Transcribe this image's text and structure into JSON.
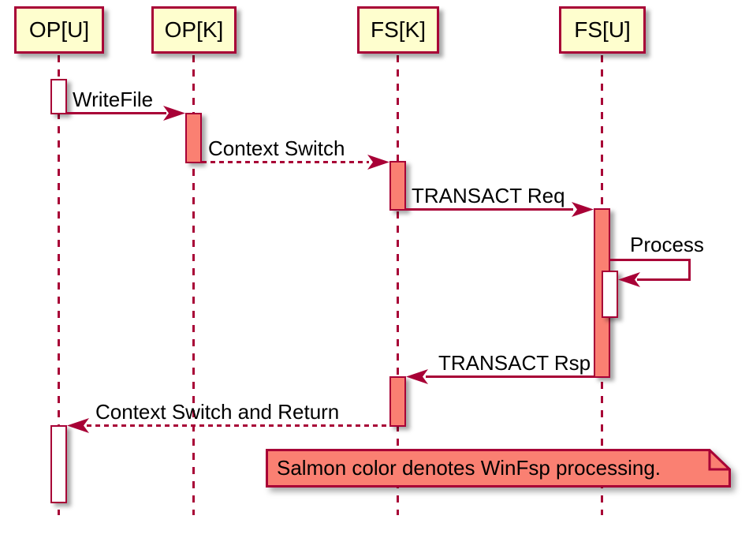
{
  "diagram": {
    "kind": "uml-sequence-diagram",
    "participants": [
      {
        "id": "op-u",
        "label": "OP[U]"
      },
      {
        "id": "op-k",
        "label": "OP[K]"
      },
      {
        "id": "fs-k",
        "label": "FS[K]"
      },
      {
        "id": "fs-u",
        "label": "FS[U]"
      }
    ],
    "messages": [
      {
        "label": "WriteFile",
        "from": "OP[U]",
        "to": "OP[K]",
        "line": "solid",
        "direction": "right"
      },
      {
        "label": "Context Switch",
        "from": "OP[K]",
        "to": "FS[K]",
        "line": "dashed",
        "direction": "right"
      },
      {
        "label": "TRANSACT Req",
        "from": "FS[K]",
        "to": "FS[U]",
        "line": "solid",
        "direction": "right"
      },
      {
        "label": "Process",
        "from": "FS[U]",
        "to": "FS[U]",
        "line": "solid",
        "direction": "self"
      },
      {
        "label": "TRANSACT Rsp",
        "from": "FS[U]",
        "to": "FS[K]",
        "line": "solid",
        "direction": "left"
      },
      {
        "label": "Context Switch and Return",
        "from": "FS[K]",
        "to": "OP[U]",
        "line": "dashed",
        "direction": "left"
      }
    ],
    "activations": [
      {
        "owner": "OP[U]",
        "fill": "white"
      },
      {
        "owner": "OP[K]",
        "fill": "salmon"
      },
      {
        "owner": "FS[K]",
        "fill": "salmon"
      },
      {
        "owner": "FS[U]",
        "fill": "salmon"
      },
      {
        "owner": "FS[U]",
        "fill": "white"
      },
      {
        "owner": "FS[K]",
        "fill": "salmon"
      },
      {
        "owner": "OP[U]",
        "fill": "white"
      }
    ],
    "note": {
      "text": "Salmon color denotes WinFsp processing."
    },
    "colors": {
      "participant_fill": "#FEFECE",
      "border": "#A80036",
      "salmon": "#FA8072",
      "activation_white": "#FFFFFF",
      "text": "#000000",
      "background": "#FFFFFF"
    }
  }
}
